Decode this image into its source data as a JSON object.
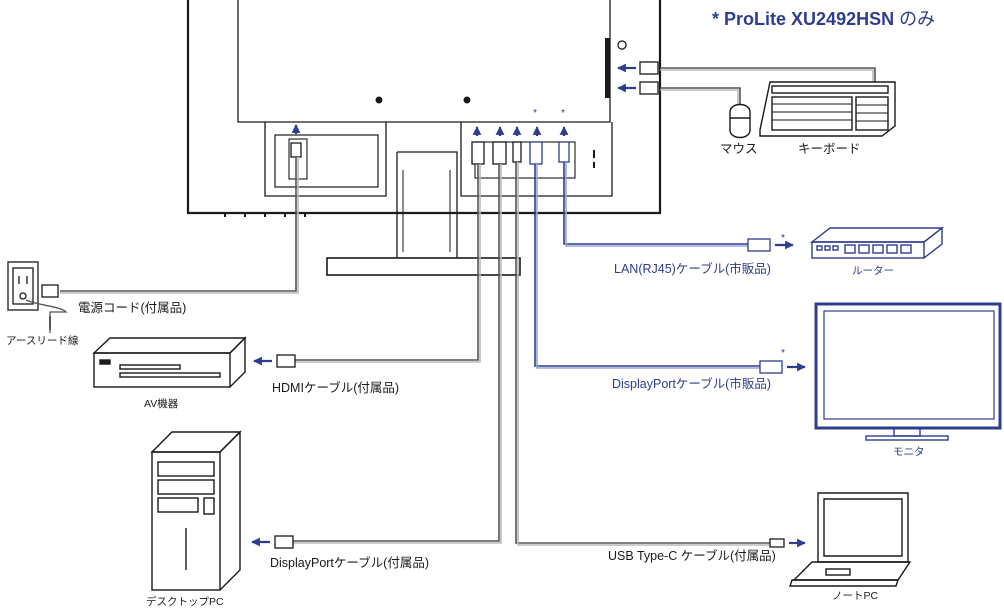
{
  "note": {
    "star": "*",
    "model": "ProLite XU2492HSN",
    "suffix": "のみ"
  },
  "colors": {
    "navy": "#2e3d8f",
    "black": "#1a1a1a",
    "gray": "#8a8a8a"
  },
  "labels": {
    "mouse": "マウス",
    "keyboard": "キーボード",
    "power_cord": "電源コード(付属品)",
    "earth_lead": "アースリード線",
    "lan_cable": "LAN(RJ45)ケーブル(市販品)",
    "router": "ルーター",
    "hdmi_cable": "HDMIケーブル(付属品)",
    "av_device": "AV機器",
    "dp_cable_sold": "DisplayPortケーブル(市販品)",
    "monitor": "モニタ",
    "desktop_pc": "デスクトップPC",
    "dp_cable_incl": "DisplayPortケーブル(付属品)",
    "usbc_cable": "USB Type-C ケーブル(付属品)",
    "notebook_pc": "ノートPC",
    "asterisk": "*"
  }
}
